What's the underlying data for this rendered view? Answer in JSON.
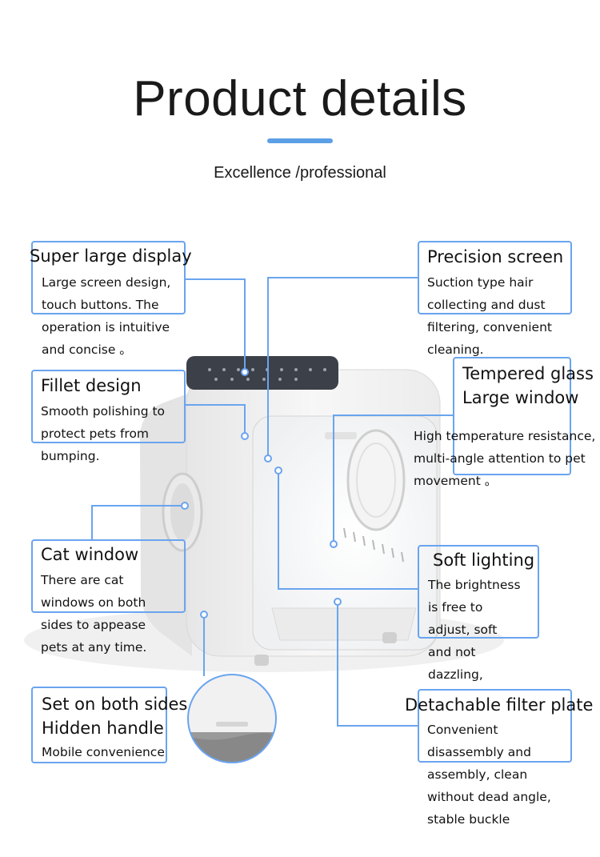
{
  "header": {
    "title": "Product details",
    "subtitle": "Excellence /professional"
  },
  "features": {
    "display": {
      "title": "Super large display",
      "desc": "Large screen design,\ntouch buttons. The\noperation is intuitive\nand concise 。"
    },
    "fillet": {
      "title": "Fillet design",
      "desc": "Smooth polishing to\nprotect pets from\nbumping."
    },
    "cat_window": {
      "title": "Cat window",
      "desc": "There are cat\nwindows on both\nsides to appease\npets at any time."
    },
    "handle": {
      "title": "Set on both sides\nHidden handle",
      "desc": "Mobile convenience"
    },
    "precision": {
      "title": "Precision screen",
      "desc": "Suction type hair\ncollecting and dust\nfiltering, convenient\ncleaning."
    },
    "glass": {
      "title": "Tempered glass\nLarge window",
      "desc": "High temperature resistance,\nmulti-angle attention to pet\nmovement 。"
    },
    "lighting": {
      "title": "Soft lighting",
      "desc": "The brightness\nis free to\nadjust, soft\nand not\ndazzling,"
    },
    "filter": {
      "title": "Detachable filter plate",
      "desc": "Convenient\ndisassembly and\nassembly, clean\nwithout dead angle,\nstable buckle"
    }
  },
  "colors": {
    "accent": "#5b9fe6",
    "box_border": "#6aa4ef",
    "product_body": "#f2f2f2",
    "display_panel": "#3c4048"
  }
}
